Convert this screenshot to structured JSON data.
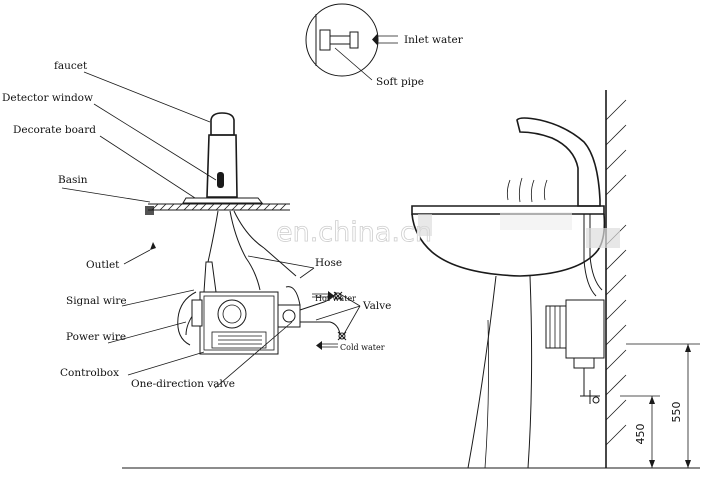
{
  "labels": {
    "faucet": "faucet",
    "detector_window": "Detector window",
    "decorate_board": "Decorate board",
    "basin": "Basin",
    "outlet": "Outlet",
    "signal_wire": "Signal wire",
    "power_wire": "Power wire",
    "controlbox": "Controlbox",
    "one_direction_valve": "One-direction valve",
    "hose": "Hose",
    "hot_water": "Hot water",
    "valve": "Valve",
    "cold_water": "Cold water",
    "inlet_water": "Inlet water",
    "soft_pipe": "Soft pipe"
  },
  "dimensions": {
    "height_550": "550",
    "height_450": "450"
  },
  "watermark": "en.china.cn"
}
